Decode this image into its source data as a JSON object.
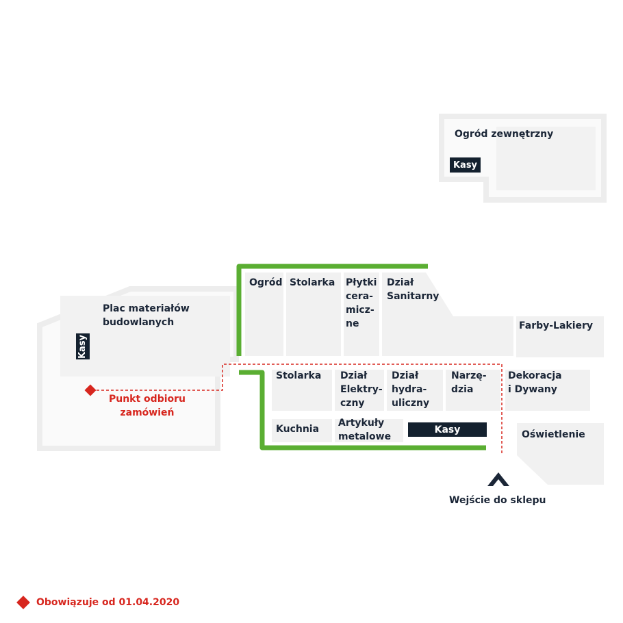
{
  "colors": {
    "store_outline": "#5aae32",
    "zone_fill": "#f1f1f1",
    "wall": "#ededed",
    "route": "#d7261e",
    "text": "#1b2637",
    "kasy_bg": "#14212f"
  },
  "outdoor_garden": {
    "title": "Ogród zewnętrzny",
    "kasy": "Kasy"
  },
  "building_materials": {
    "title": "Plac materiałów\nbudowlanych",
    "kasy": "Kasy"
  },
  "pickup": {
    "label": "Punkt odbioru\nzamówień"
  },
  "departments_top": [
    {
      "id": "ogrod",
      "label": "Ogród"
    },
    {
      "id": "stolarka-top",
      "label": "Stolarka"
    },
    {
      "id": "plytki",
      "label": "Płytki\ncera-\nmicz-\nne"
    },
    {
      "id": "sanitarny",
      "label": "Dział\nSanitarny"
    },
    {
      "id": "farby",
      "label": "Farby-Lakiery"
    }
  ],
  "departments_middle": [
    {
      "id": "stolarka-mid",
      "label": "Stolarka"
    },
    {
      "id": "elektryczny",
      "label": "Dział\nElektry-\nczny"
    },
    {
      "id": "hydrauliczny",
      "label": "Dział\nhydra-\nuliczny"
    },
    {
      "id": "narzedzia",
      "label": "Narzę-\ndzia"
    },
    {
      "id": "dekoracja",
      "label": "Dekoracja\ni Dywany"
    }
  ],
  "departments_bottom": [
    {
      "id": "kuchnia",
      "label": "Kuchnia"
    },
    {
      "id": "artykuly",
      "label": "Artykuły\nmetalowe"
    },
    {
      "id": "oswietlenie",
      "label": "Oświetlenie"
    }
  ],
  "main_kasy": "Kasy",
  "entrance": {
    "label": "Wejście do sklepu",
    "icon": "entrance-arrow-icon"
  },
  "legend": {
    "text": "Obowiązuje od 01.04.2020",
    "icon": "red-diamond-icon"
  }
}
